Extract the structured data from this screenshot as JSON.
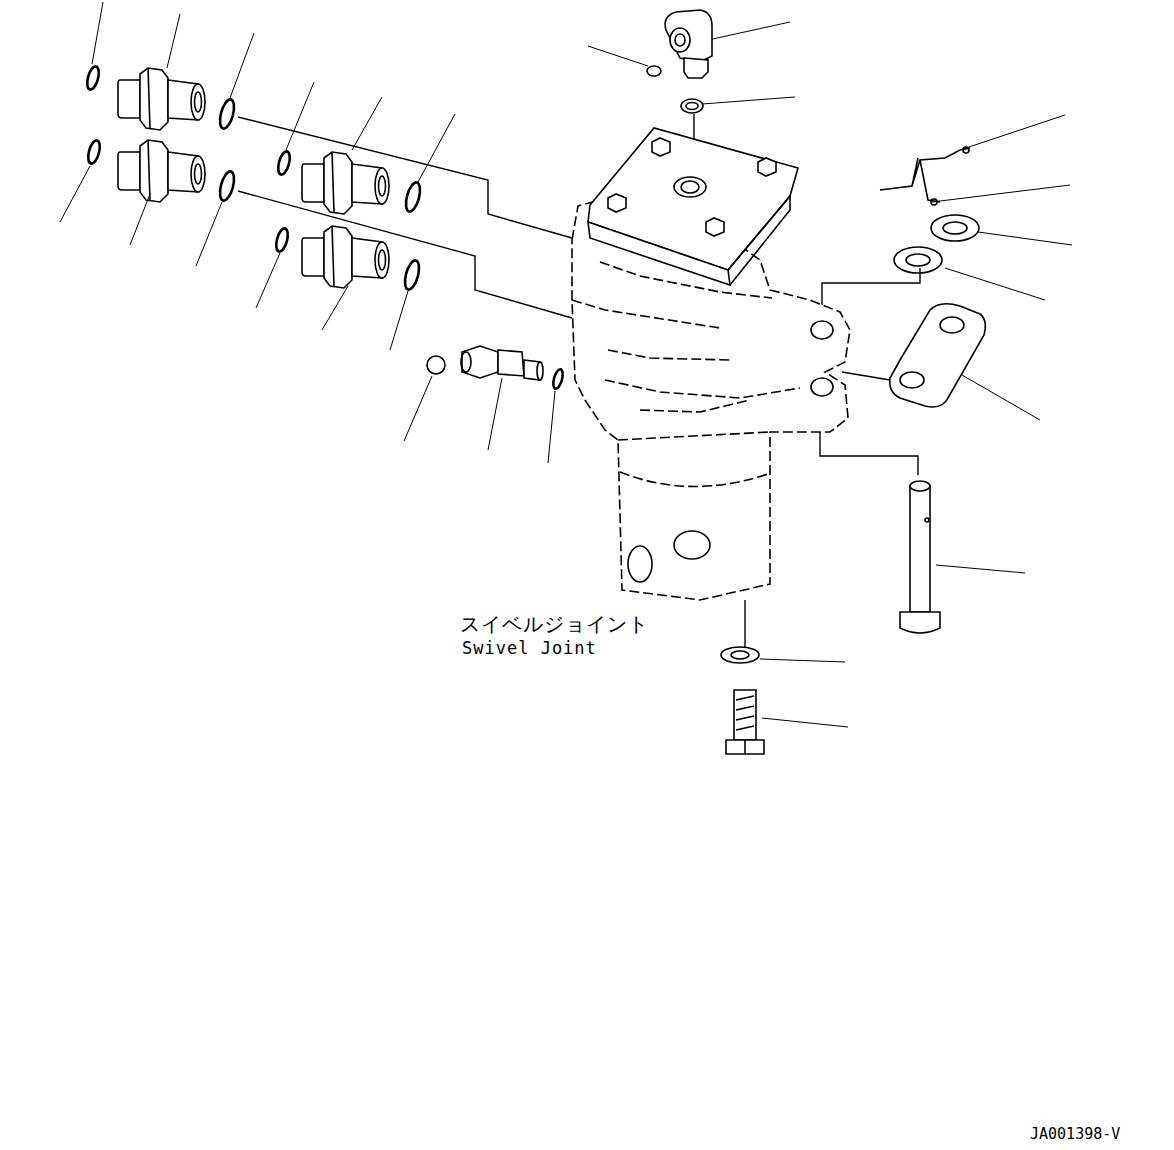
{
  "diagram": {
    "labels": [
      "スイベルジョイント",
      "Swivel Joint",
      "JA001398-V"
    ]
  }
}
